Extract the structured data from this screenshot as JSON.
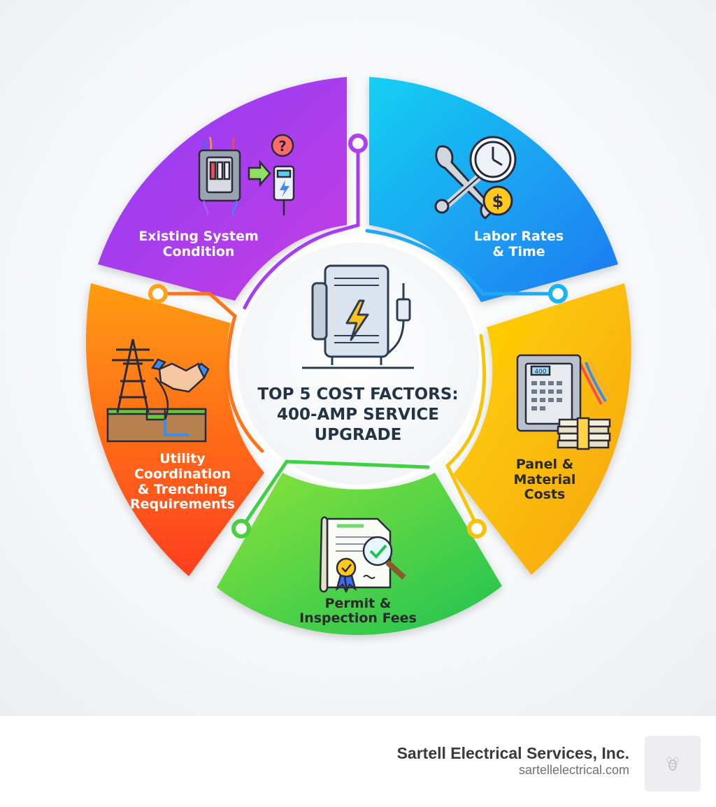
{
  "center": {
    "title_lines": [
      "TOP 5 COST FACTORS:",
      "400-AMP SERVICE",
      "UPGRADE"
    ]
  },
  "segments": [
    {
      "key": "existing",
      "label_lines": [
        "Existing System",
        "Condition"
      ],
      "color_start": "#9b3bf5",
      "color_end": "#c93de0",
      "icon": "electrical-panel-question-icon"
    },
    {
      "key": "labor",
      "label_lines": [
        "Labor Rates",
        "& Time"
      ],
      "color_start": "#18c8f0",
      "color_end": "#1e7ff2",
      "icon": "wrench-clock-dollar-icon"
    },
    {
      "key": "panel",
      "label_lines": [
        "Panel &",
        "Material",
        "Costs"
      ],
      "color_start": "#ffd400",
      "color_end": "#f4a81a",
      "icon": "panel-wires-cash-icon"
    },
    {
      "key": "permit",
      "label_lines": [
        "Permit &",
        "Inspection Fees"
      ],
      "color_start": "#7ee03a",
      "color_end": "#22c24e",
      "icon": "document-magnifier-badge-icon"
    },
    {
      "key": "utility",
      "label_lines": [
        "Utility",
        "Coordination",
        "& Trenching",
        "Requirements"
      ],
      "color_start": "#ff9a12",
      "color_end": "#ff4a1c",
      "icon": "tower-handshake-trench-icon"
    }
  ],
  "center_icon": "transformer-lightning-icon",
  "footer": {
    "company": "Sartell Electrical Services, Inc.",
    "url": "sartellelectrical.com",
    "logo_icon": "bee-logo-icon"
  }
}
